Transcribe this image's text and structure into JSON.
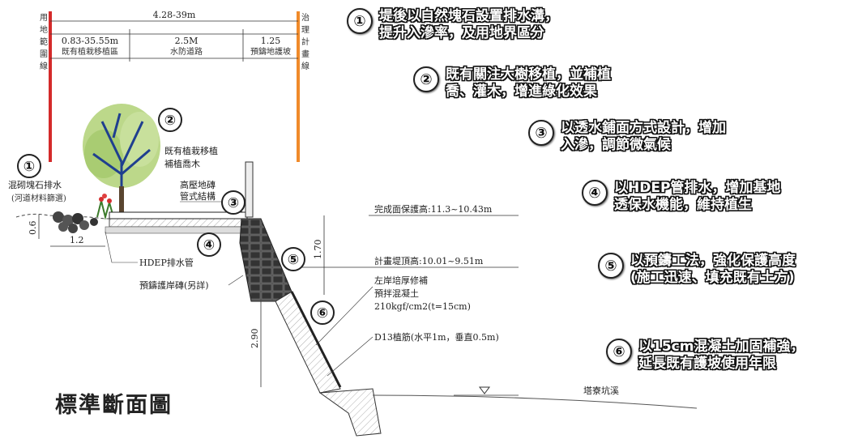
{
  "header": {
    "total_width": "4.28-39m",
    "seg_left": "0.83-35.55m",
    "seg_mid": "2.5M",
    "seg_right": "1.25",
    "label_left": "既有植栽移植區",
    "label_mid": "水防道路",
    "label_right": "預鑄地護坡",
    "left_boundary": [
      "用",
      "地",
      "範",
      "圍",
      "線"
    ],
    "right_boundary": [
      "治",
      "理",
      "計",
      "畫",
      "線"
    ]
  },
  "labels": {
    "marker_1": "①",
    "marker_2": "②",
    "marker_3": "③",
    "marker_4": "④",
    "marker_5": "⑤",
    "marker_6": "⑥",
    "stone_drain": "混砌塊石排水",
    "stone_drain_sub": "(河道材料篩選)",
    "transplant_1": "既有植栽移植",
    "transplant_2": "補植喬木",
    "paving_1": "高壓地磚",
    "paving_2": "管式結構",
    "hdep": "HDEP排水管",
    "precast": "預鑄護岸磚(另詳)",
    "finish_height": "完成面保護高:11.3~10.43m",
    "design_top": "計畫堤頂高:10.01~9.51m",
    "concrete_1": "左岸培厚修補",
    "concrete_2": "預拌混凝土",
    "concrete_3": "210kgf/cm2(t=15cm)",
    "rebar": "D13植筋(水平1m，垂直0.5m)",
    "dim_06": "0.6",
    "dim_12": "1.2",
    "dim_170": "1.70",
    "dim_290": "2.90",
    "river": "塔寮坑溪",
    "title": "標準斷面圖"
  },
  "notes": [
    {
      "num": "①",
      "lines": [
        "堤後以自然塊石設置排水溝，",
        "提升入滲率，及用地界區分"
      ]
    },
    {
      "num": "②",
      "lines": [
        "既有關注大樹移植，並補植",
        "喬、灌木，增進綠化效果"
      ]
    },
    {
      "num": "③",
      "lines": [
        "以透水鋪面方式設計，增加",
        "入滲，調節微氣候"
      ]
    },
    {
      "num": "④",
      "lines": [
        "以HDEP管排水，增加基地",
        "透保水機能，維持植生"
      ]
    },
    {
      "num": "⑤",
      "lines": [
        "以預鑄工法，強化保護高度",
        "(施工迅速、填充既有土方)"
      ]
    },
    {
      "num": "⑥",
      "lines": [
        "以15cm混凝土加固補強，",
        "延長既有護坡使用年限"
      ]
    }
  ],
  "colors": {
    "left_line": "#d42a2a",
    "right_line": "#f08a2a",
    "tree_canopy": "#bcd88a",
    "branches": "#1f3f8f"
  }
}
